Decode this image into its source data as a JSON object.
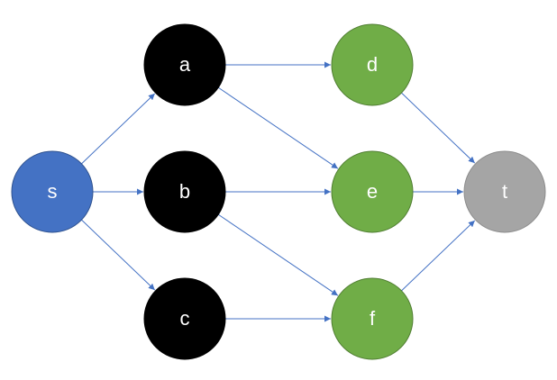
{
  "nodes": {
    "s": {
      "label": "s",
      "fill": "#4472C4",
      "stroke": "#2F528F"
    },
    "a": {
      "label": "a",
      "fill": "#000000",
      "stroke": "#000000"
    },
    "b": {
      "label": "b",
      "fill": "#000000",
      "stroke": "#000000"
    },
    "c": {
      "label": "c",
      "fill": "#000000",
      "stroke": "#000000"
    },
    "d": {
      "label": "d",
      "fill": "#70AD47",
      "stroke": "#507E32"
    },
    "e": {
      "label": "e",
      "fill": "#70AD47",
      "stroke": "#507E32"
    },
    "f": {
      "label": "f",
      "fill": "#70AD47",
      "stroke": "#507E32"
    },
    "t": {
      "label": "t",
      "fill": "#A5A5A5",
      "stroke": "#8C8C8C"
    }
  },
  "edges": [
    {
      "from": "s",
      "to": "a"
    },
    {
      "from": "s",
      "to": "b"
    },
    {
      "from": "s",
      "to": "c"
    },
    {
      "from": "a",
      "to": "d"
    },
    {
      "from": "a",
      "to": "e"
    },
    {
      "from": "b",
      "to": "e"
    },
    {
      "from": "b",
      "to": "f"
    },
    {
      "from": "c",
      "to": "f"
    },
    {
      "from": "d",
      "to": "t"
    },
    {
      "from": "e",
      "to": "t"
    },
    {
      "from": "f",
      "to": "t"
    }
  ],
  "edge_color": "#4472C4"
}
